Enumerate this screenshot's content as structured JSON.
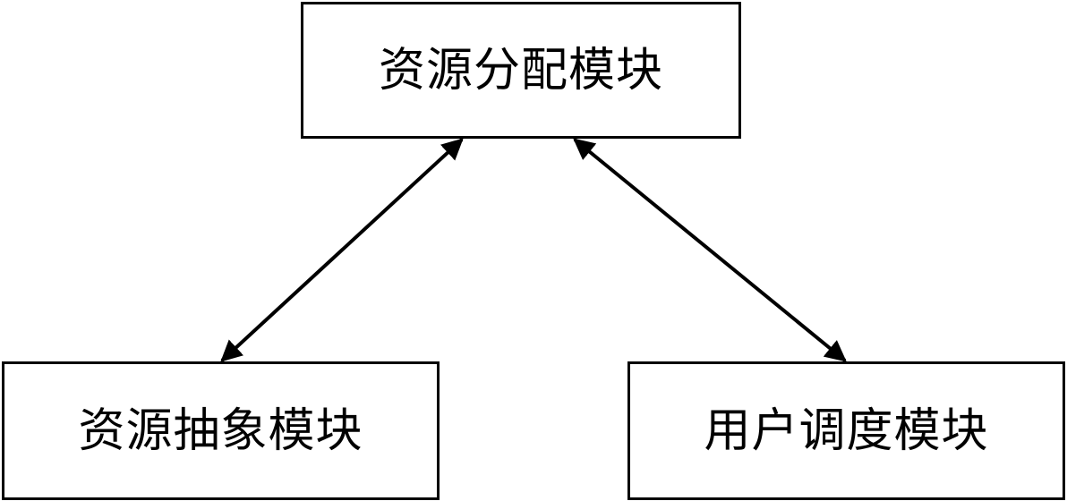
{
  "diagram": {
    "nodes": {
      "top": {
        "label": "资源分配模块"
      },
      "left": {
        "label": "资源抽象模块"
      },
      "right": {
        "label": "用户调度模块"
      }
    },
    "edges": [
      {
        "from": "top",
        "to": "left",
        "direction": "bidirectional"
      },
      {
        "from": "top",
        "to": "right",
        "direction": "bidirectional"
      }
    ],
    "colors": {
      "stroke": "#000000",
      "background": "#ffffff"
    }
  }
}
